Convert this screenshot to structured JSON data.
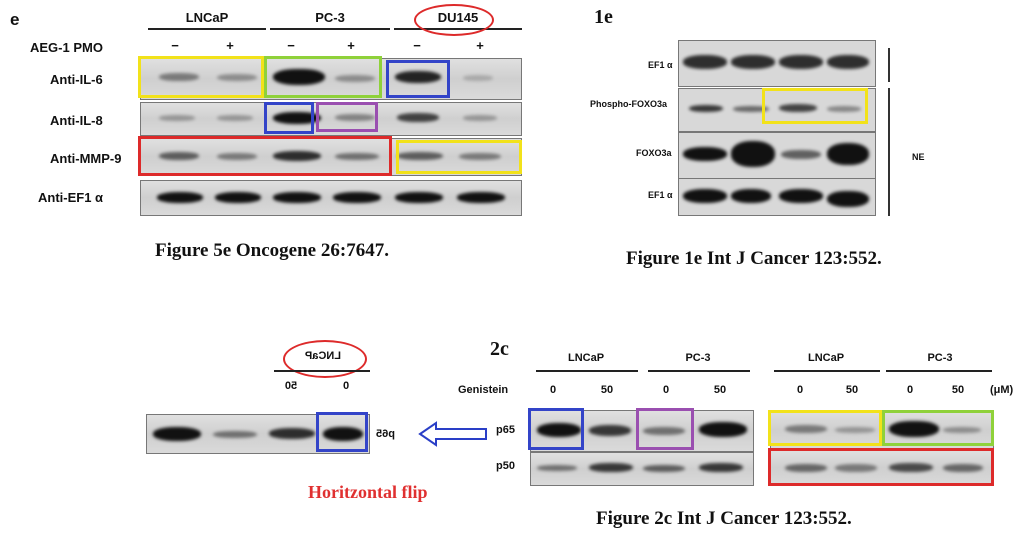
{
  "fig5e": {
    "panel_letter": "e",
    "cell_lines": [
      "LNCaP",
      "PC-3",
      "DU145"
    ],
    "treatment_label": "AEG-1 PMO",
    "signs": [
      "−",
      "+",
      "−",
      "+",
      "−",
      "+"
    ],
    "rows": [
      "Anti-IL-6",
      "Anti-IL-8",
      "Anti-MMP-9",
      "Anti-EF1 α"
    ],
    "caption": "Figure 5e Oncogene 26:7647."
  },
  "fig1e": {
    "panel_letter": "1e",
    "rows": [
      "EF1 α",
      "Phospho-FOXO3a",
      "FOXO3a",
      "EF1 α"
    ],
    "side_label": "NE",
    "caption": "Figure 1e Int J Cancer 123:552."
  },
  "flipped": {
    "cell_line": "LNCaP",
    "doses": [
      "50",
      "0"
    ],
    "row": "p65",
    "note": "Horitzontal flip"
  },
  "fig2c": {
    "panel_letter": "2c",
    "cell_lines": [
      "LNCaP",
      "PC-3",
      "LNCaP",
      "PC-3"
    ],
    "treatment_label": "Genistein",
    "doses": [
      "0",
      "50",
      "0",
      "50",
      "0",
      "50",
      "0",
      "50"
    ],
    "unit": "(μM)",
    "rows": [
      "p65",
      "p50"
    ],
    "caption": "Figure 2c Int J Cancer 123:552."
  },
  "colors": {
    "yellow": "#f2e21a",
    "green": "#8fd13a",
    "blue": "#3344c8",
    "purple": "#9a4fb0",
    "red": "#dd2a2a"
  }
}
